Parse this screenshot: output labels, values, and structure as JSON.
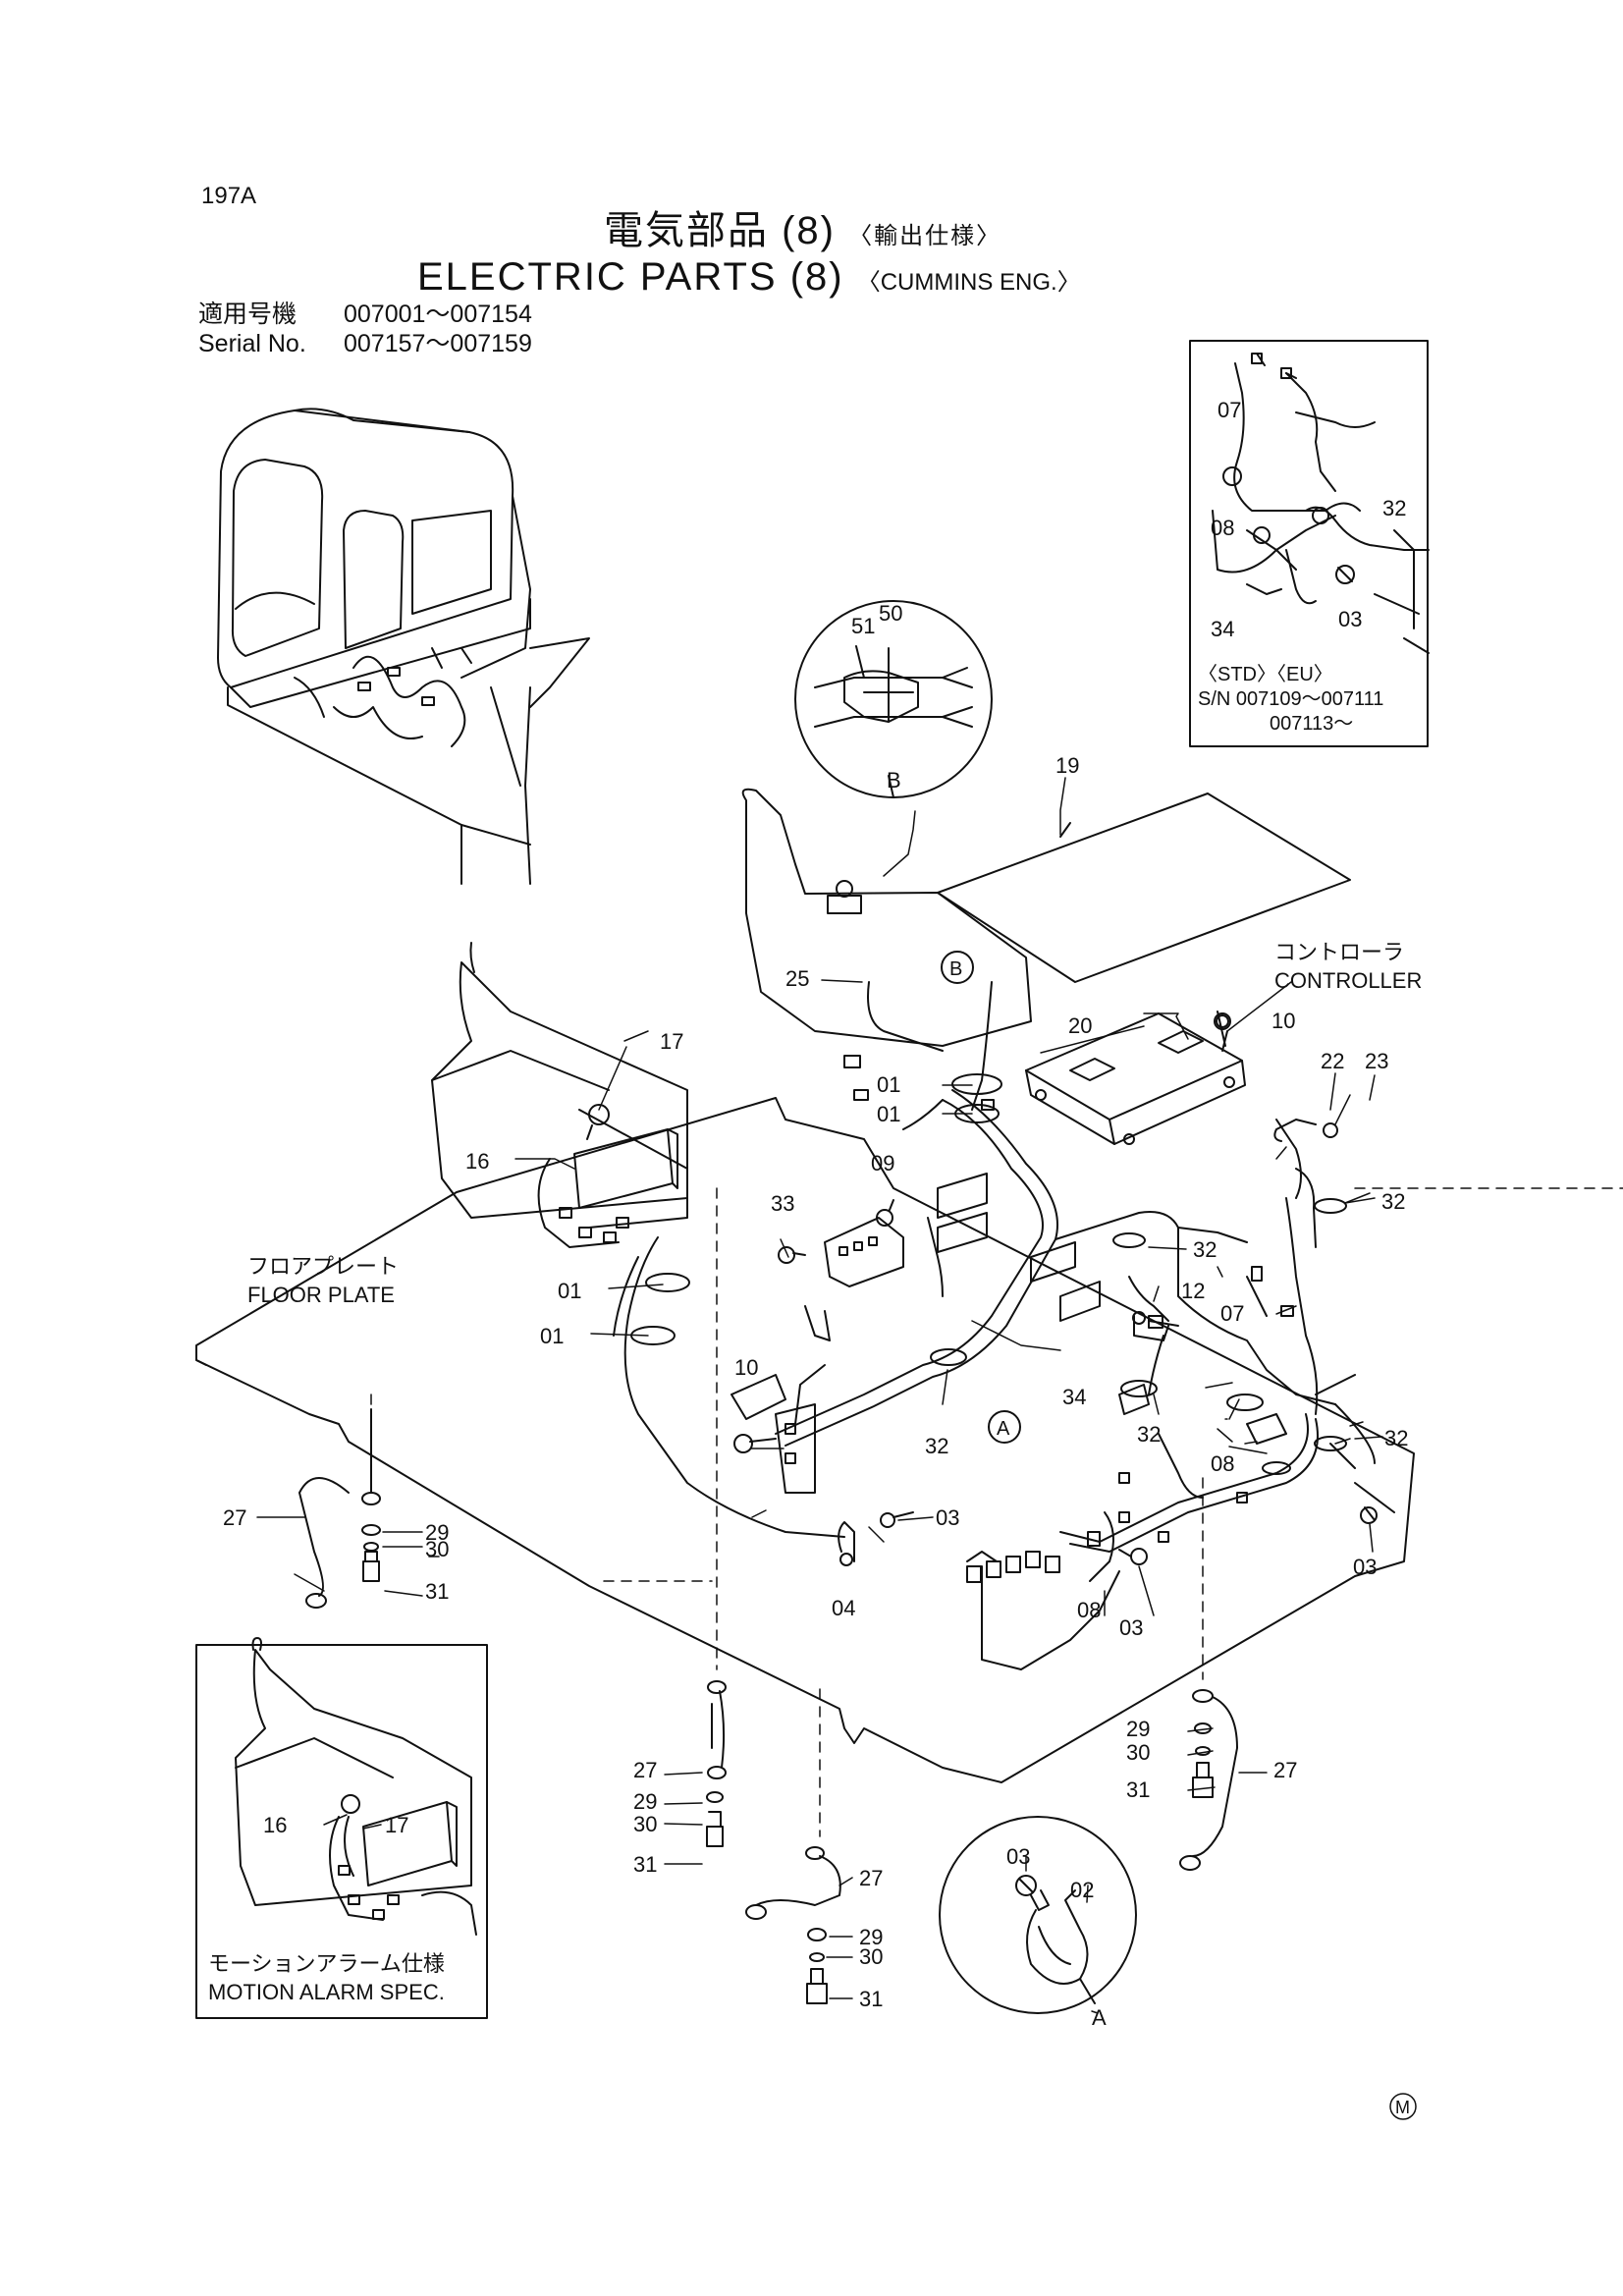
{
  "header": {
    "page_number": "197A",
    "title_jp": "電気部品 (8)",
    "title_jp_note": "〈輸出仕様〉",
    "title_en": "ELECTRIC  PARTS  (8)",
    "title_en_note": "〈CUMMINS  ENG.〉",
    "serial_rows": [
      {
        "label": "適用号機",
        "range": "007001～007154"
      },
      {
        "label": "Serial No.",
        "range": "007157～007159"
      }
    ]
  },
  "callouts": {
    "controller_jp": "コントローラ",
    "controller_en": "CONTROLLER",
    "floor_plate_jp": "フロアプレート",
    "floor_plate_en": "FLOOR  PLATE",
    "view_a": "A",
    "view_b": "B",
    "m_mark": "M"
  },
  "insets": {
    "std_eu": {
      "variant": "〈STD〉〈EU〉",
      "sn_line1": "S/N  007109～007111",
      "sn_line2": "007113～"
    },
    "motion_alarm": {
      "label_jp": "モーションアラーム仕様",
      "label_en": "MOTION  ALARM  SPEC."
    }
  },
  "part_labels": {
    "p01": "01",
    "p02": "02",
    "p03": "03",
    "p04": "04",
    "p07": "07",
    "p08": "08",
    "p09": "09",
    "p10": "10",
    "p12": "12",
    "p16": "16",
    "p17": "17",
    "p19": "19",
    "p20": "20",
    "p22": "22",
    "p23": "23",
    "p25": "25",
    "p27": "27",
    "p29": "29",
    "p30": "30",
    "p31": "31",
    "p32": "32",
    "p33": "33",
    "p34": "34",
    "p50": "50",
    "p51": "51"
  },
  "colors": {
    "ink": "#111111",
    "paper": "#ffffff"
  }
}
